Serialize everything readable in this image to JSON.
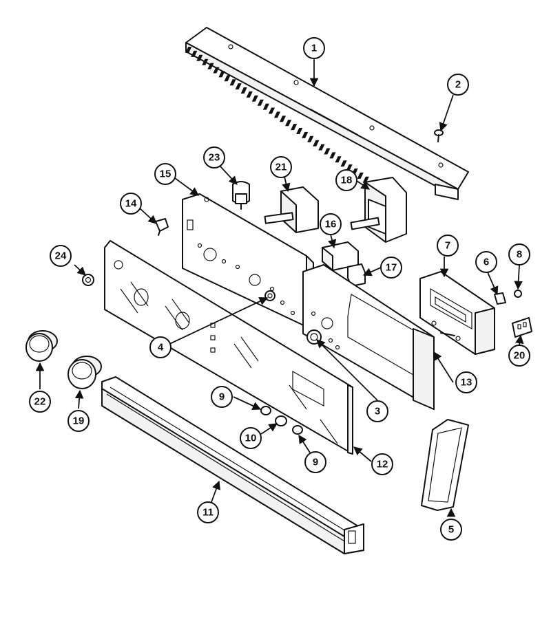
{
  "callouts": [
    {
      "id": "p1",
      "label": "1"
    },
    {
      "id": "p2",
      "label": "2"
    },
    {
      "id": "p3",
      "label": "3"
    },
    {
      "id": "p4",
      "label": "4"
    },
    {
      "id": "p5",
      "label": "5"
    },
    {
      "id": "p6",
      "label": "6"
    },
    {
      "id": "p7",
      "label": "7"
    },
    {
      "id": "p8",
      "label": "8"
    },
    {
      "id": "p9a",
      "label": "9"
    },
    {
      "id": "p9b",
      "label": "9"
    },
    {
      "id": "p10",
      "label": "10"
    },
    {
      "id": "p11",
      "label": "11"
    },
    {
      "id": "p12",
      "label": "12"
    },
    {
      "id": "p13",
      "label": "13"
    },
    {
      "id": "p14",
      "label": "14"
    },
    {
      "id": "p15",
      "label": "15"
    },
    {
      "id": "p16",
      "label": "16"
    },
    {
      "id": "p17",
      "label": "17"
    },
    {
      "id": "p18",
      "label": "18"
    },
    {
      "id": "p19",
      "label": "19"
    },
    {
      "id": "p20",
      "label": "20"
    },
    {
      "id": "p21",
      "label": "21"
    },
    {
      "id": "p22",
      "label": "22"
    },
    {
      "id": "p23",
      "label": "23"
    },
    {
      "id": "p24",
      "label": "24"
    }
  ]
}
